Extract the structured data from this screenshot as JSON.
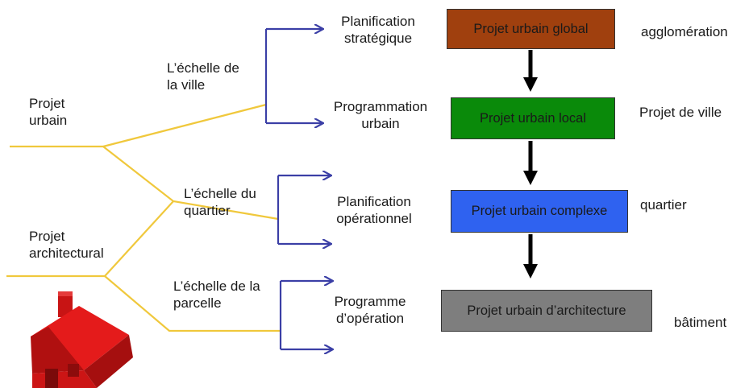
{
  "left_labels": {
    "projet_urbain": [
      "Projet",
      "urbain"
    ],
    "projet_architectural": [
      "Projet",
      "architectural"
    ]
  },
  "scale_labels": {
    "ville": [
      "L’échelle de",
      "la ville"
    ],
    "quartier": [
      "L’échelle du",
      "quartier"
    ],
    "parcelle": [
      "L’échelle de la",
      "parcelle"
    ]
  },
  "planning_labels": {
    "strategique": [
      "Planification",
      "stratégique"
    ],
    "programmation": [
      "Programmation",
      "urbain"
    ],
    "operationnel": [
      "Planification",
      "opérationnel"
    ],
    "operation": [
      "Programme",
      "d’opération"
    ]
  },
  "boxes": [
    {
      "label": "Projet urbain global",
      "color": "#a0400e"
    },
    {
      "label": "Projet urbain local",
      "color": "#0a8a0a"
    },
    {
      "label": "Projet urbain complexe",
      "color": "#2f62f0"
    },
    {
      "label": "Projet urbain d’architecture",
      "color": "#7e7e7e"
    }
  ],
  "levels": {
    "agglomeration": "agglomération",
    "ville": "Projet de ville",
    "quartier": "quartier",
    "batiment": "bâtiment"
  },
  "colors": {
    "tree_lines": "#f0c83c",
    "arrows": "#3b3fa6",
    "flow_arrows": "#000000",
    "house_roof": "#e41b1b",
    "house_wall": "#cc1515"
  }
}
